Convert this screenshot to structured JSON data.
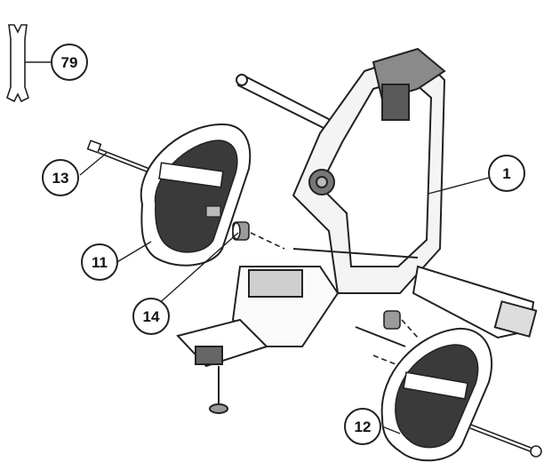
{
  "callouts": [
    {
      "id": "part-79",
      "number": "79"
    },
    {
      "id": "part-13",
      "number": "13"
    },
    {
      "id": "part-11",
      "number": "11"
    },
    {
      "id": "part-14",
      "number": "14"
    },
    {
      "id": "part-1",
      "number": "1"
    },
    {
      "id": "part-12",
      "number": "12"
    }
  ],
  "colors": {
    "line": "#222222",
    "fill": "#ffffff",
    "shade": "#6d6d6d",
    "tread": "#3a3a3a"
  }
}
